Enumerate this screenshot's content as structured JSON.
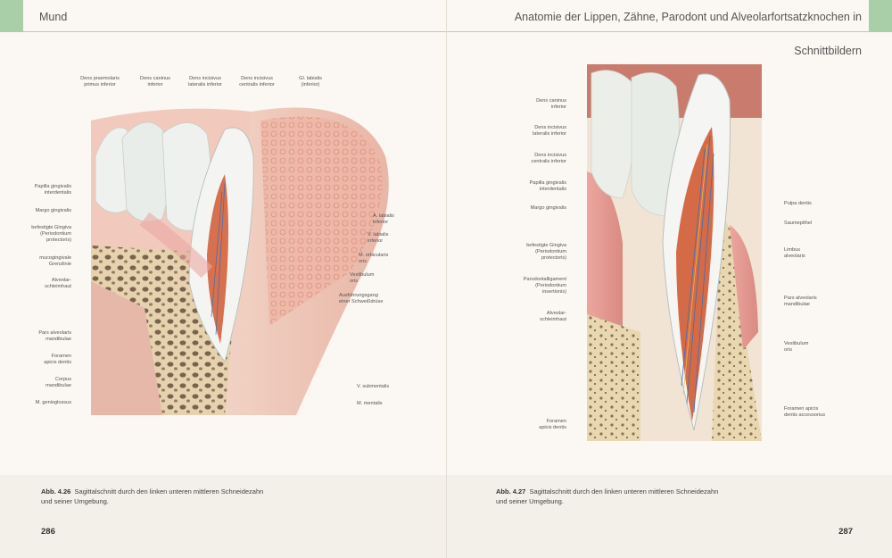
{
  "left_page": {
    "header": "Mund",
    "figure_caption": {
      "number": "Abb. 4.26",
      "text": "Sagittalschnitt durch den linken unteren mittleren Schneidezahn und seiner Umgebung."
    },
    "page_number": "286",
    "labels_top": [
      "Dens praemolaris\nprimus inferior",
      "Dens caninus\ninferior",
      "Dens incisivus\nlateralis inferior",
      "Dens incisivus\ncentralis inferior",
      "Gl. labialis\n(inferior)"
    ],
    "labels_left": [
      "Papilla gingivalis\ninterdentalis",
      "Margo gingivalis",
      "befestigte Gingiva\n(Periodontium\nprotectoris)",
      "mucogingivale\nGrenzlinie",
      "Alveolar-\nschleimhaut",
      "Pars alveolaris\nmandibulae",
      "Foramen\napicis dentis",
      "Corpus\nmandibulae",
      "M. genioglossus"
    ],
    "labels_right": [
      "A. labialis\ninferior",
      "V. labialis\ninferior",
      "M. orbicularis\noris",
      "Vestibulum\noris",
      "Ausführungsgang\neiner Schweißdrüse",
      "V. submentalis",
      "M. mentalis"
    ]
  },
  "right_page": {
    "header": "Anatomie der Lippen, Zähne, Parodont und Alveolarfortsatzknochen in Schnittbildern",
    "figure_caption": {
      "number": "Abb. 4.27",
      "text": "Sagittalschnitt durch den linken unteren mittleren Schneidezahn und seiner Umgebung."
    },
    "page_number": "287",
    "labels_left": [
      "Dens caninus\ninferior",
      "Dens incisivus\nlateralis inferior",
      "Dens incisivus\ncentralis inferior",
      "Papilla gingivalis\ninterdentalis",
      "Margo gingivalis",
      "befestigte Gingiva\n(Periodontium\nprotectoris)",
      "Parodontalligament\n(Periodontium\ninsertionis)",
      "Alveolar-\nschleimhaut",
      "Foramen\napicis dentis"
    ],
    "labels_right": [
      "Pulpa dentis",
      "Saumepithel",
      "Limbus\nalveolaris",
      "Pars alveolaris\nmandibulae",
      "Vestibulum\noris",
      "Foramen apicis\ndentis accessorius"
    ]
  },
  "colors": {
    "tab_green": "#a9cfa9",
    "gingiva": "#e9a9a2",
    "enamel": "#eef1ee",
    "bone": "#e7d3ae"
  }
}
